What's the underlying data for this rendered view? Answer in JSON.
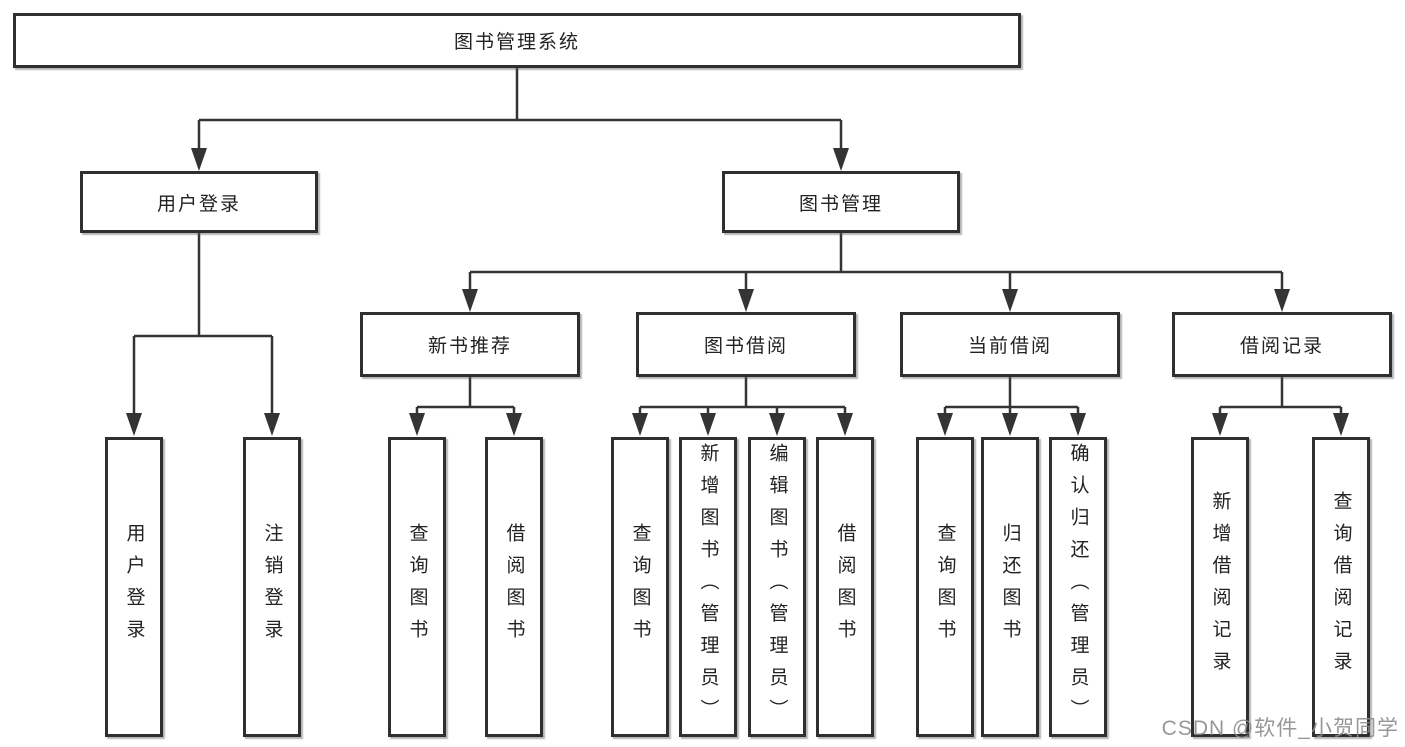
{
  "diagram_type": "hierarchy-tree",
  "colors": {
    "background": "#ffffff",
    "box_border": "#2f2f2f",
    "line": "#343434",
    "text": "#222222",
    "watermark": "#8c8c8c"
  },
  "watermark": "CSDN @软件_小贺同学",
  "nodes": {
    "root": {
      "label": "图书管理系统"
    },
    "user_login": {
      "label": "用户登录"
    },
    "book_mgmt": {
      "label": "图书管理"
    },
    "new_book_rec": {
      "label": "新书推荐"
    },
    "book_borrow": {
      "label": "图书借阅"
    },
    "current_borrow": {
      "label": "当前借阅"
    },
    "borrow_records": {
      "label": "借阅记录"
    },
    "leaf_user_login": {
      "label": "用户登录"
    },
    "leaf_logout": {
      "label": "注销登录"
    },
    "leaf_nb_query": {
      "label": "查询图书"
    },
    "leaf_nb_borrow": {
      "label": "借阅图书"
    },
    "leaf_bb_query": {
      "label": "查询图书"
    },
    "leaf_bb_add": {
      "label": "新增图书（管理员）"
    },
    "leaf_bb_edit": {
      "label": "编辑图书（管理员）"
    },
    "leaf_bb_borrow": {
      "label": "借阅图书"
    },
    "leaf_cb_query": {
      "label": "查询图书"
    },
    "leaf_cb_return": {
      "label": "归还图书"
    },
    "leaf_cb_confirm": {
      "label": "确认归还（管理员）"
    },
    "leaf_br_add": {
      "label": "新增借阅记录"
    },
    "leaf_br_query": {
      "label": "查询借阅记录"
    }
  },
  "structure": {
    "图书管理系统": {
      "用户登录": [
        "用户登录",
        "注销登录"
      ],
      "图书管理": {
        "新书推荐": [
          "查询图书",
          "借阅图书"
        ],
        "图书借阅": [
          "查询图书",
          "新增图书（管理员）",
          "编辑图书（管理员）",
          "借阅图书"
        ],
        "当前借阅": [
          "查询图书",
          "归还图书",
          "确认归还（管理员）"
        ],
        "借阅记录": [
          "新增借阅记录",
          "查询借阅记录"
        ]
      }
    }
  }
}
